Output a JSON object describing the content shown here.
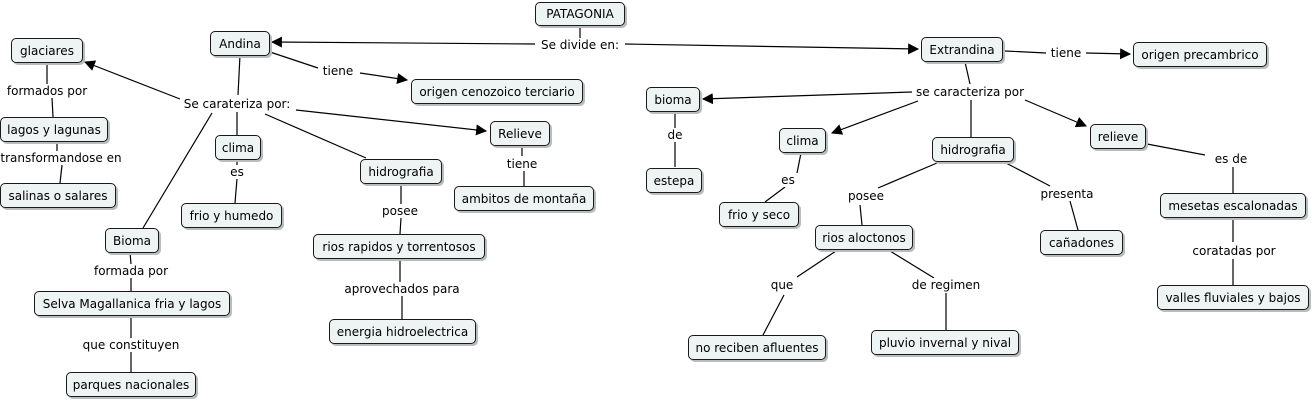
{
  "concepts": {
    "patagonia": "PATAGONIA",
    "andina": "Andina",
    "extrandina": "Extrandina",
    "glaciares": "glaciares",
    "lagos_lagunas": "lagos y lagunas",
    "salinas": "salinas o salares",
    "origen_cenozoico": "origen cenozoico terciario",
    "relieve_andina": "Relieve",
    "ambitos_montana": "ambitos de montaña",
    "clima_andina": "clima",
    "frio_humedo": "frio y humedo",
    "hidrografia_andina": "hidrografia",
    "rios_rapidos": "rios rapidos y torrentosos",
    "energia": "energia hidroelectrica",
    "bioma_andina": "Bioma",
    "selva": "Selva Magallanica fria y lagos",
    "parques": "parques nacionales",
    "origen_precambrico": "origen precambrico",
    "bioma_extra": "bioma",
    "estepa": "estepa",
    "clima_extra": "clima",
    "frio_seco": "frio y seco",
    "hidrografia_extra": "hidrografia",
    "rios_aloctonos": "rios aloctonos",
    "no_afluentes": "no reciben afluentes",
    "pluvio": "pluvio invernal y nival",
    "canadones": "cañadones",
    "relieve_extra": "relieve",
    "mesetas": "mesetas escalonadas",
    "valles": "valles fluviales y bajos"
  },
  "links": {
    "se_divide": "Se divide en:",
    "andina_tiene": "tiene",
    "andina_se_carateriza": "Se carateriza por:",
    "formados_por": "formados por",
    "transformandose": "transformandose en",
    "relieve_tiene": "tiene",
    "clima_es": "es",
    "hidro_posee": "posee",
    "aprovechados": "aprovechados para",
    "formada_por": "formada por",
    "que_constituyen": "que constituyen",
    "extra_tiene": "tiene",
    "extra_se_caracteriza": "se caracteriza por",
    "bioma_de": "de",
    "clima_es_extra": "es",
    "hidro_posee_extra": "posee",
    "hidro_presenta": "presenta",
    "que": "que",
    "de_regimen": "de regimen",
    "relieve_es_de": "es de",
    "coratadas_por": "coratadas por"
  },
  "colors": {
    "node_fill": "#eef3f3",
    "node_border": "#1a1a1a",
    "line": "#000000"
  }
}
